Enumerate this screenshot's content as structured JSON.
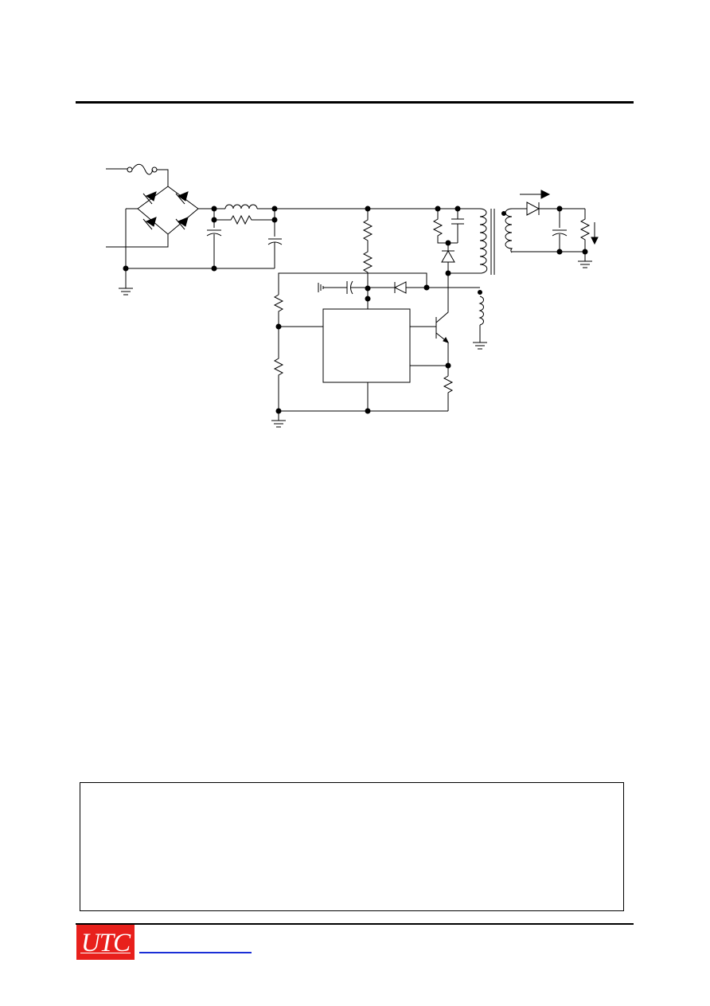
{
  "logo": {
    "text": "UTC",
    "color": "#e8201c"
  },
  "link": {
    "color": "#1a2fd6"
  },
  "schematic": {
    "components": [
      "fuse",
      "bridge-rectifier",
      "inductor",
      "resistor",
      "capacitor",
      "transformer",
      "diode",
      "transistor",
      "controller-ic",
      "ground"
    ]
  }
}
